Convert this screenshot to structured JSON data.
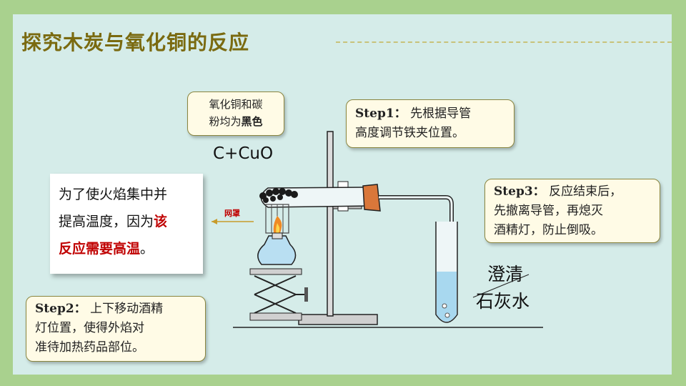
{
  "title": "探究木炭与氧化铜的反应",
  "callout_color": {
    "fill": "#fffbe6",
    "border": "#8a8640"
  },
  "label_top": {
    "line1": "氧化铜和碳",
    "line2_a": "粉均为",
    "line2_b": "黑色"
  },
  "formula": "C+CuO",
  "step1": {
    "tag": "Step1",
    "sep": "：",
    "line1": "先根据导管",
    "line2": "高度调节铁夹位置。"
  },
  "step2": {
    "tag": "Step2",
    "sep": "：",
    "line1": "上下移动酒精",
    "line2": "灯位置，使得外焰对",
    "line3": "准待加热药品部位。"
  },
  "step3": {
    "tag": "Step3",
    "sep": "：",
    "line1": "反应结束后，",
    "line2": "先撤离导管，再熄灭",
    "line3": "酒精灯，防止倒吸。"
  },
  "reason": {
    "line1": "为了使火焰集中并",
    "line2_a": "提高温度，因为",
    "line2_b": "该",
    "line3_a": "反应需要高温",
    "line3_b": "。"
  },
  "net_label": "网罩",
  "limewater": {
    "line1": "澄清",
    "line2": "石灰水"
  }
}
